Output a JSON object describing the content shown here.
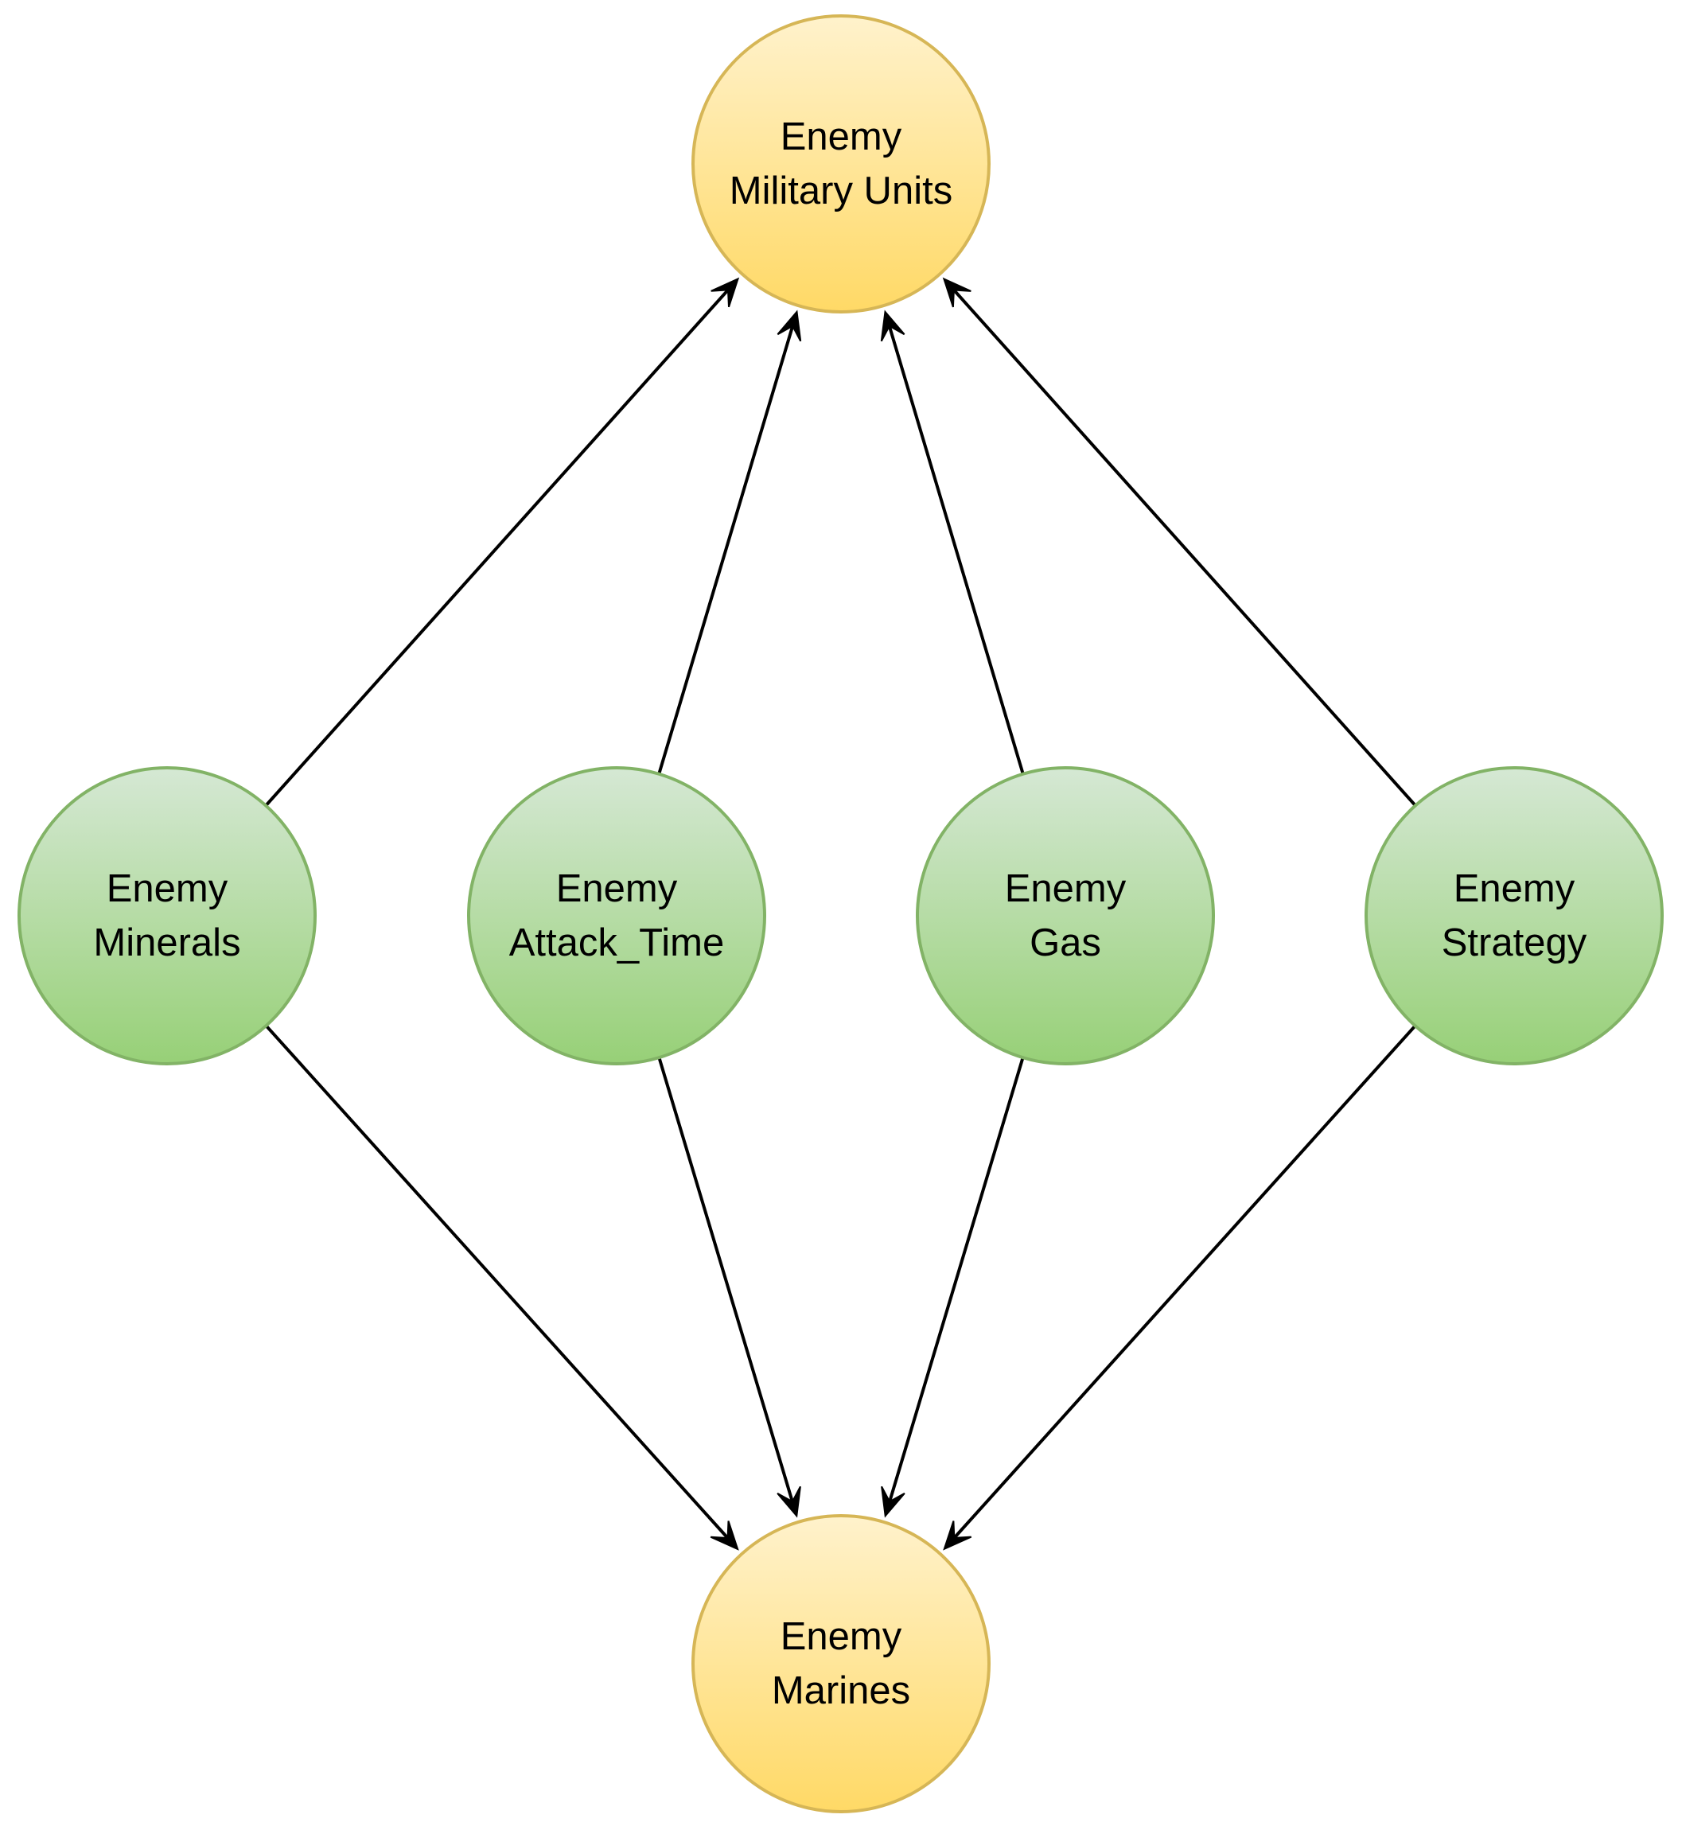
{
  "diagram": {
    "nodes": [
      {
        "id": "military",
        "line1": "Enemy",
        "line2": "Military Units",
        "kind": "outcome"
      },
      {
        "id": "minerals",
        "line1": "Enemy",
        "line2": "Minerals",
        "kind": "factor"
      },
      {
        "id": "attack_time",
        "line1": "Enemy",
        "line2": "Attack_Time",
        "kind": "factor"
      },
      {
        "id": "gas",
        "line1": "Enemy",
        "line2": "Gas",
        "kind": "factor"
      },
      {
        "id": "strategy",
        "line1": "Enemy",
        "line2": "Strategy",
        "kind": "factor"
      },
      {
        "id": "marines",
        "line1": "Enemy",
        "line2": "Marines",
        "kind": "outcome"
      }
    ],
    "edges": [
      {
        "from": "minerals",
        "to": "military"
      },
      {
        "from": "attack_time",
        "to": "military"
      },
      {
        "from": "gas",
        "to": "military"
      },
      {
        "from": "strategy",
        "to": "military"
      },
      {
        "from": "minerals",
        "to": "marines"
      },
      {
        "from": "attack_time",
        "to": "marines"
      },
      {
        "from": "gas",
        "to": "marines"
      },
      {
        "from": "strategy",
        "to": "marines"
      }
    ],
    "colors": {
      "factor_fill_top": "#d5e8d4",
      "factor_fill_bottom": "#97d077",
      "factor_stroke": "#82b366",
      "outcome_fill_top": "#fff2cc",
      "outcome_fill_bottom": "#ffd966",
      "outcome_stroke": "#d6b656",
      "edge": "#000000"
    }
  }
}
